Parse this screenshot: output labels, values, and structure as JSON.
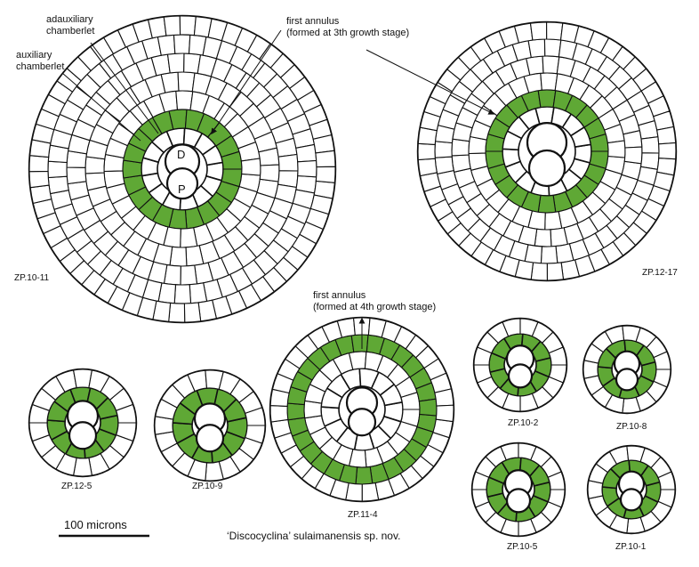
{
  "annotations": {
    "adauxiliary": [
      "adauxiliary",
      "chamberlet"
    ],
    "auxiliary": [
      "auxiliary",
      "chamberlet"
    ],
    "first_annulus_3": [
      "first  annulus",
      "(formed at 3th growth stage)"
    ],
    "first_annulus_4": [
      "first  annulus",
      "(formed at 4th growth stage)"
    ],
    "chamber_d": "D",
    "chamber_p": "P"
  },
  "specimens": [
    {
      "id": "zp10-11",
      "label": "ZP.10-11",
      "rings": 6,
      "highlight_ring": 0
    },
    {
      "id": "zp12-17",
      "label": "ZP.12-17",
      "rings": 5,
      "highlight_ring": 0
    },
    {
      "id": "zp11-4",
      "label": "ZP.11-4",
      "rings": 3,
      "highlight_ring": 1
    },
    {
      "id": "zp12-5",
      "label": "ZP.12-5",
      "rings": 1,
      "highlight_ring": -1
    },
    {
      "id": "zp10-9",
      "label": "ZP.10-9",
      "rings": 1,
      "highlight_ring": -1
    },
    {
      "id": "zp10-2",
      "label": "ZP.10-2",
      "rings": 1,
      "highlight_ring": -1
    },
    {
      "id": "zp10-8",
      "label": "ZP.10-8",
      "rings": 1,
      "highlight_ring": -1
    },
    {
      "id": "zp10-5",
      "label": "ZP.10-5",
      "rings": 1,
      "highlight_ring": -1
    },
    {
      "id": "zp10-1",
      "label": "ZP.10-1",
      "rings": 1,
      "highlight_ring": -1
    }
  ],
  "scale_bar": {
    "label": "100 microns"
  },
  "caption": "‘Discocyclina’ sulaimanensis sp. nov.",
  "colors": {
    "annulus": "#5fa835",
    "stroke": "#111111",
    "fill": "#ffffff"
  }
}
